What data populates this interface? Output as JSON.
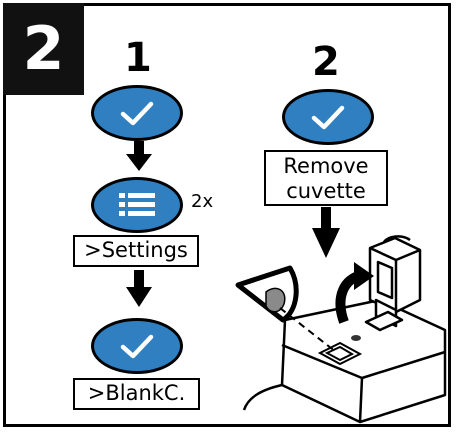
{
  "step_badge": "2",
  "left_column": {
    "number": "1",
    "menu_repeat": "2x",
    "settings_label": ">Settings",
    "blank_label": ">BlankC."
  },
  "right_column": {
    "number": "2",
    "remove_label_line1": "Remove",
    "remove_label_line2": "cuvette"
  },
  "colors": {
    "button_blue": "#2f7fc1",
    "outline": "#000000",
    "eye_grey": "#8a8a8a"
  },
  "icons": [
    "check-icon",
    "menu-icon",
    "down-arrow-icon",
    "eye-icon",
    "curved-arrow-icon"
  ]
}
